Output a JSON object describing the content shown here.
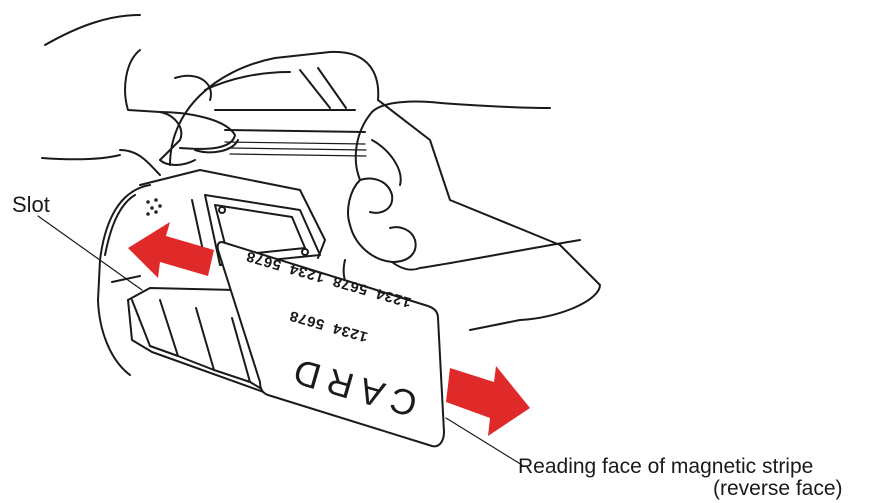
{
  "labels": {
    "slot": "Slot",
    "reading_face": "Reading face of magnetic stripe",
    "reverse_face": "(reverse face)"
  },
  "card": {
    "brand": "CARD",
    "number_line_1": "1234 5678 1234 5678",
    "number_line_2": "1234 5678"
  },
  "colors": {
    "arrow": "#e02a2a",
    "line": "#1a1a1a"
  }
}
